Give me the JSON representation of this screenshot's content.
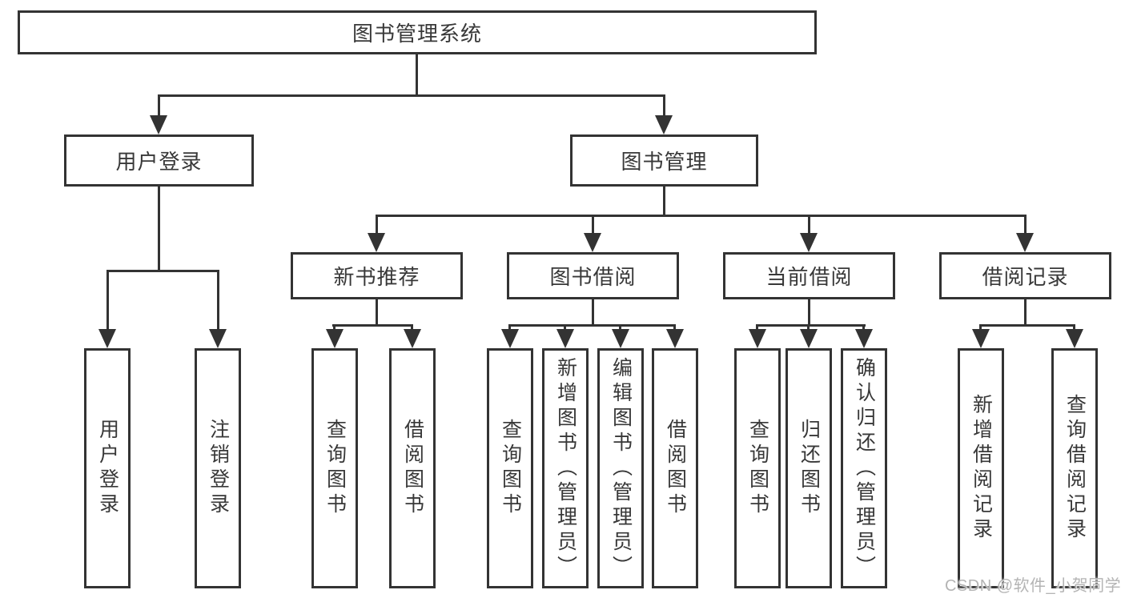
{
  "tree": {
    "root": {
      "label": "图书管理系统"
    },
    "user_login": {
      "label": "用户登录",
      "children": {
        "login": {
          "label": "用户登录"
        },
        "logout": {
          "label": "注销登录"
        }
      }
    },
    "book_mgmt": {
      "label": "图书管理",
      "children": {
        "new_books": {
          "label": "新书推荐",
          "children": {
            "query_books": {
              "label": "查询图书"
            },
            "borrow_books": {
              "label": "借阅图书"
            }
          }
        },
        "book_borrow": {
          "label": "图书借阅",
          "children": {
            "query_books": {
              "label": "查询图书"
            },
            "add_books": {
              "label": "新增图书（管理员）"
            },
            "edit_books": {
              "label": "编辑图书（管理员）"
            },
            "borrow_books": {
              "label": "借阅图书"
            }
          }
        },
        "current_borrow": {
          "label": "当前借阅",
          "children": {
            "query_books": {
              "label": "查询图书"
            },
            "return_books": {
              "label": "归还图书"
            },
            "confirm_return": {
              "label": "确认归还（管理员）"
            }
          }
        },
        "borrow_records": {
          "label": "借阅记录",
          "children": {
            "add_record": {
              "label": "新增借阅记录"
            },
            "query_record": {
              "label": "查询借阅记录"
            }
          }
        }
      }
    }
  },
  "watermark": "CSDN @软件_小贺同学",
  "colors": {
    "line": "#333333",
    "text": "#383838",
    "watermark": "#b4b4b4",
    "background": "#ffffff"
  }
}
